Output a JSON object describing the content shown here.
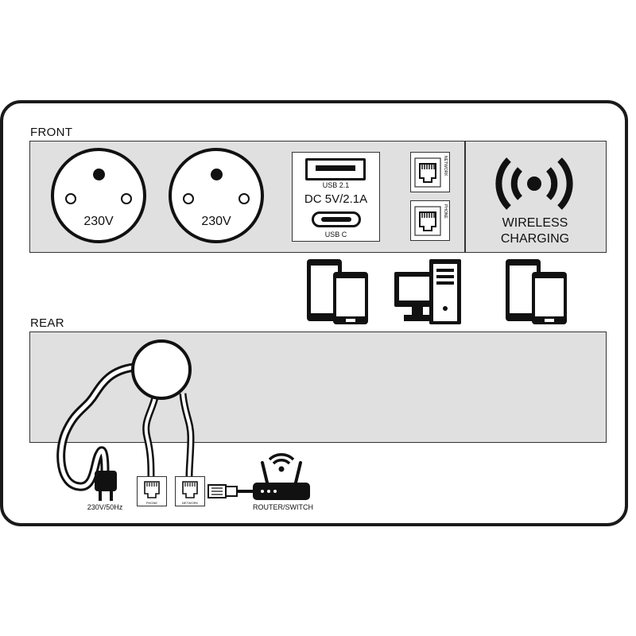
{
  "front": {
    "label": "FRONT",
    "sockets": [
      {
        "voltage": "230V"
      },
      {
        "voltage": "230V"
      }
    ],
    "usb": {
      "usb_a_label": "USB 2.1",
      "output": "DC 5V/2.1A",
      "usb_c_label": "USB C"
    },
    "ports": [
      {
        "label": "NETWORK"
      },
      {
        "label": "PHONE"
      }
    ],
    "wireless": {
      "line1": "WIRELESS",
      "line2": "CHARGING"
    }
  },
  "devices": [
    "tablet-phone-icon",
    "desktop-computer-icon",
    "tablet-phone-icon"
  ],
  "rear": {
    "label": "REAR",
    "plug_label": "230V/50Hz",
    "ports": [
      {
        "label": "PHONE"
      },
      {
        "label": "NETWORK"
      }
    ],
    "router_label": "ROUTER/SWITCH"
  },
  "colors": {
    "panel": "#e0e0e0",
    "ink": "#111111"
  }
}
